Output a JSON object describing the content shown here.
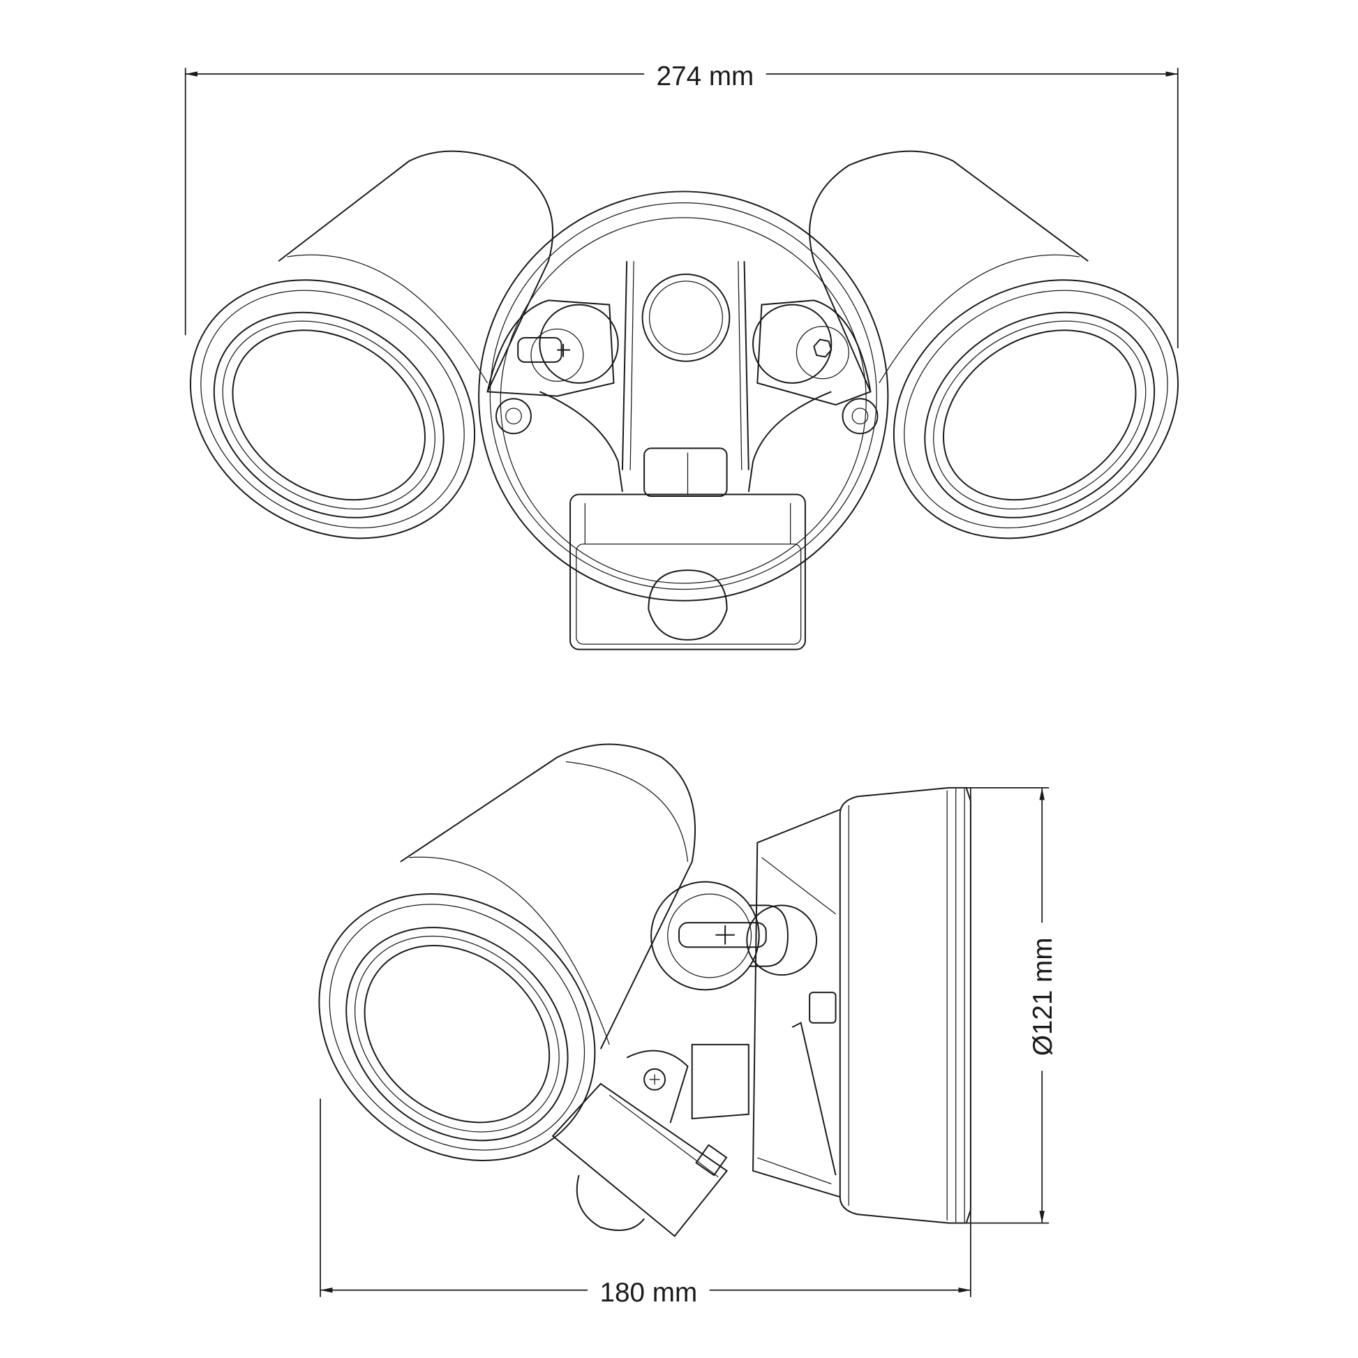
{
  "title": "Twin spotlight with motion sensor - dimension drawing",
  "dimensions": {
    "width": "274 mm",
    "depth": "180 mm",
    "diameter": "Ø121 mm"
  },
  "colors": {
    "line": "#1a1a1a",
    "background": "#ffffff"
  }
}
